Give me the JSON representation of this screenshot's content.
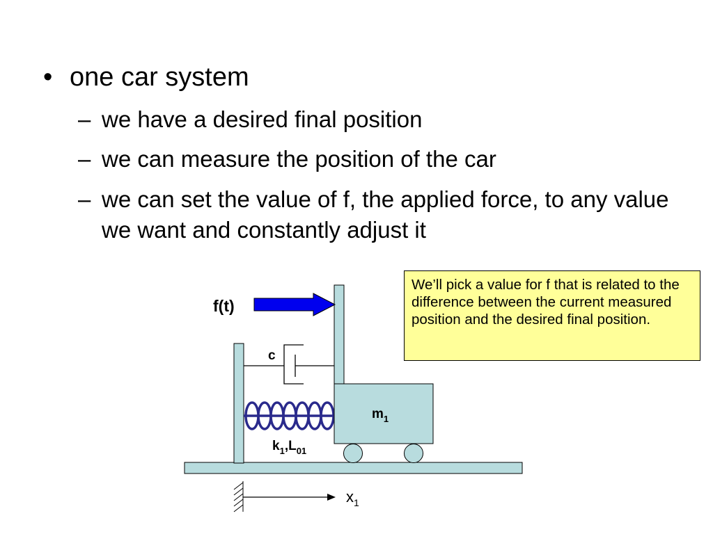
{
  "bullet_main": {
    "marker": "•",
    "text": "one car system"
  },
  "sub_bullets": [
    {
      "marker": "–",
      "text": "we have a desired final position"
    },
    {
      "marker": "–",
      "text": "we can measure the position of the car"
    },
    {
      "marker": "–",
      "text": "we can set the value of f, the applied force, to any value we want and constantly adjust it"
    }
  ],
  "callout": {
    "text": "We’ll pick a value for f that is related to the difference between the current measured position and the desired final position."
  },
  "diagram": {
    "force_label": "f(t)",
    "damper_label": "c",
    "mass_label": {
      "base": "m",
      "sub": "1"
    },
    "spring_label": {
      "k": "k",
      "k_sub": "1",
      "sep": ",L",
      "l_sub": "01"
    },
    "position_label": {
      "base": "x",
      "sub": "1"
    },
    "colors": {
      "component_fill": "#b8dcde",
      "force_arrow": "#0000ee",
      "spring": "#2a2a8c",
      "callout_fill": "#ffff99"
    }
  }
}
